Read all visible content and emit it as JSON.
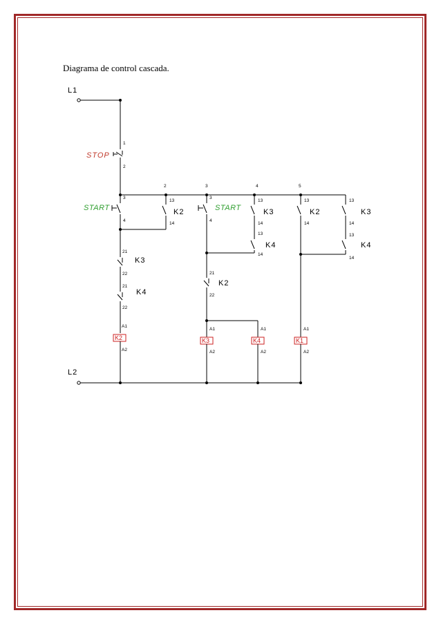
{
  "caption": "Diagrama de control cascada.",
  "diagram": {
    "line_top": "L1",
    "line_bottom": "L2",
    "stop_label": "STOP",
    "start_label_1": "START",
    "start_label_2": "START",
    "node_numbers": [
      "2",
      "3",
      "4",
      "5"
    ],
    "coils": [
      "K2",
      "K3",
      "K4",
      "K1"
    ],
    "contact_names": {
      "k2_seal": "K2",
      "k3_col3": "K3",
      "k4_col3": "K4",
      "k2_col4": "K2",
      "k3_col5": "K3",
      "k4_col5": "K4",
      "k3_nc": "K3",
      "k4_nc": "K4",
      "k2_nc": "K2"
    },
    "terminals": {
      "t1": "1",
      "t2": "2",
      "t3": "3",
      "t4": "4",
      "t13": "13",
      "t14": "14",
      "t21": "21",
      "t22": "22",
      "a1": "A1",
      "a2": "A2"
    }
  }
}
